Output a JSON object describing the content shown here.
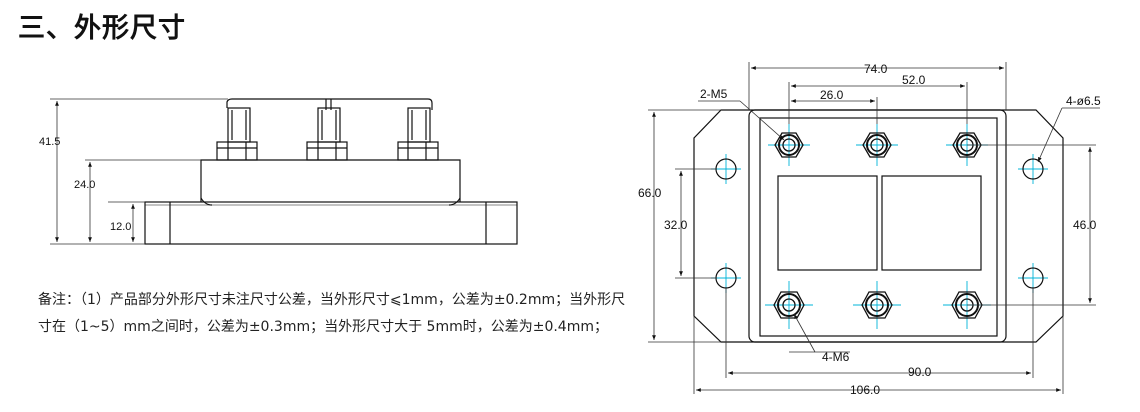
{
  "title": "三、外形尺寸",
  "note": "备注：（1）产品部分外形尺寸未注尺寸公差，当外形尺寸⩽1mm，公差为±0.2mm；当外形尺寸在（1~5）mm之间时，公差为±0.3mm；当外形尺寸大于 5mm时，公差为±0.4mm；",
  "side_view": {
    "dims": {
      "h_total": "41.5",
      "h_body": "24.0",
      "h_base": "12.0"
    }
  },
  "top_view": {
    "dims": {
      "w_74": "74.0",
      "w_52": "52.0",
      "w_26": "26.0",
      "w_90": "90.0",
      "w_106": "106.0",
      "h_66": "66.0",
      "h_32": "32.0",
      "h_46": "46.0"
    },
    "labels": {
      "m5": "2-M5",
      "hole": "4-ø6.5",
      "m6": "4-M6"
    }
  },
  "colors": {
    "line": "#111111",
    "center": "#00b4d8",
    "dim": "#333333"
  }
}
